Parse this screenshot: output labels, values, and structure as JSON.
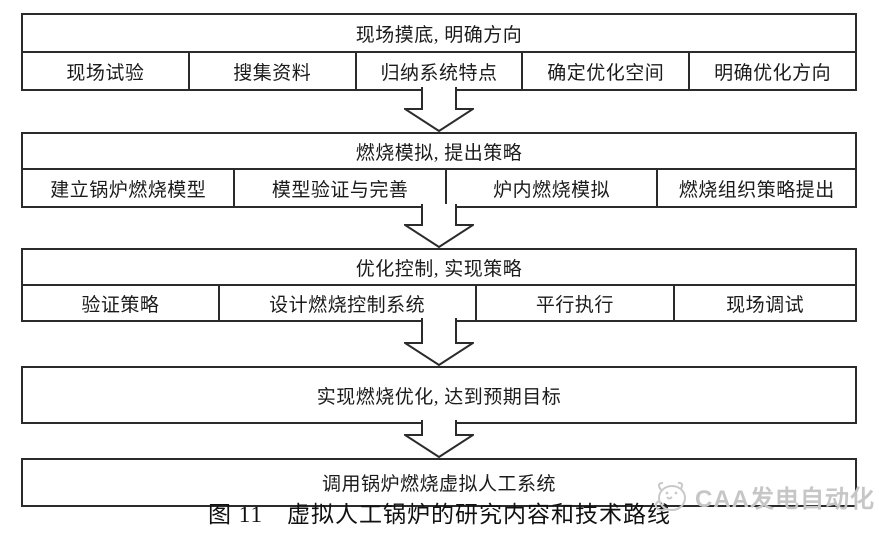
{
  "sections": [
    {
      "header": "现场摸底, 明确方向",
      "cells": [
        "现场试验",
        "搜集资料",
        "归纳系统特点",
        "确定优化空间",
        "明确优化方向"
      ]
    },
    {
      "header": "燃烧模拟, 提出策略",
      "cells": [
        "建立锅炉燃烧模型",
        "模型验证与完善",
        "炉内燃烧模拟",
        "燃烧组织策略提出"
      ]
    },
    {
      "header": "优化控制, 实现策略",
      "cells": [
        "验证策略",
        "设计燃烧控制系统",
        "平行执行",
        "现场调试"
      ]
    },
    {
      "header": "实现燃烧优化, 达到预期目标",
      "cells": []
    },
    {
      "header": "调用锅炉燃烧虚拟人工系统",
      "cells": []
    }
  ],
  "arrows": {
    "count": 4,
    "direction": "down",
    "style": "hollow-block-arrow"
  },
  "caption": {
    "text": "图 11　虚拟人工锅炉的研究内容和技术路线"
  },
  "watermark": {
    "icon": "caa-mascot-icon",
    "text": "CAA发电自动化"
  },
  "colors": {
    "background": "#ffffff",
    "border": "#2b2b2b",
    "text": "#1b1b1b",
    "watermark": "#c6c6c6"
  }
}
